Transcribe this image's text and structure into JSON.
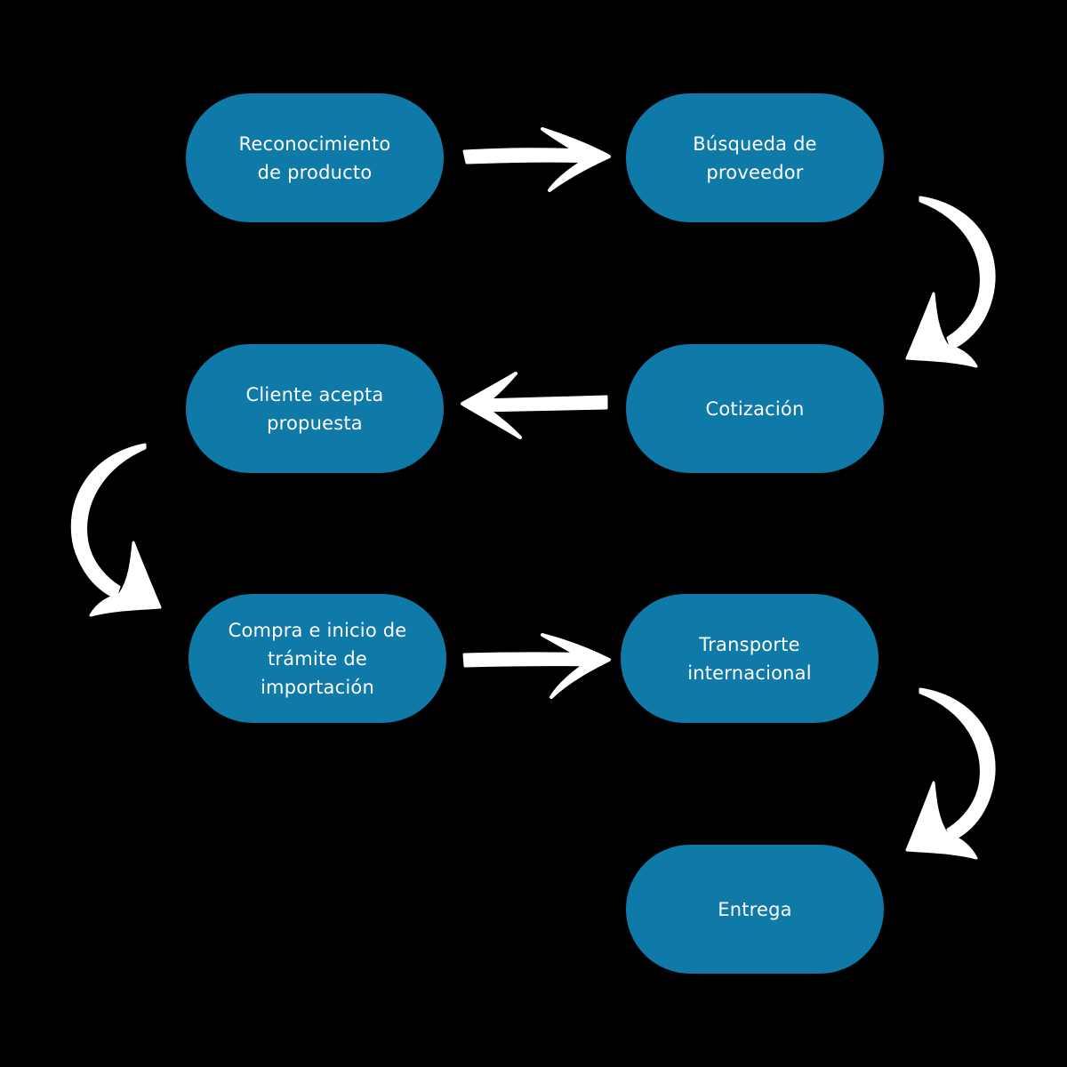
{
  "colors": {
    "background": "#000000",
    "node_fill": "#0f79a8",
    "node_text": "#ffffff",
    "arrow": "#ffffff"
  },
  "nodes": [
    {
      "label": "Reconocimiento\nde producto"
    },
    {
      "label": "Búsqueda de\nproveedor"
    },
    {
      "label": "Cotización"
    },
    {
      "label": "Cliente acepta\npropuesta"
    },
    {
      "label": "Compra e inicio de\ntrámite de\nimportación"
    },
    {
      "label": "Transporte\ninternacional"
    },
    {
      "label": "Entrega"
    }
  ],
  "arrows": [
    {
      "from": "Reconocimiento de producto",
      "to": "Búsqueda de proveedor"
    },
    {
      "from": "Búsqueda de proveedor",
      "to": "Cotización"
    },
    {
      "from": "Cotización",
      "to": "Cliente acepta propuesta"
    },
    {
      "from": "Cliente acepta propuesta",
      "to": "Compra e inicio de trámite de importación"
    },
    {
      "from": "Compra e inicio de trámite de importación",
      "to": "Transporte internacional"
    },
    {
      "from": "Transporte internacional",
      "to": "Entrega"
    }
  ]
}
